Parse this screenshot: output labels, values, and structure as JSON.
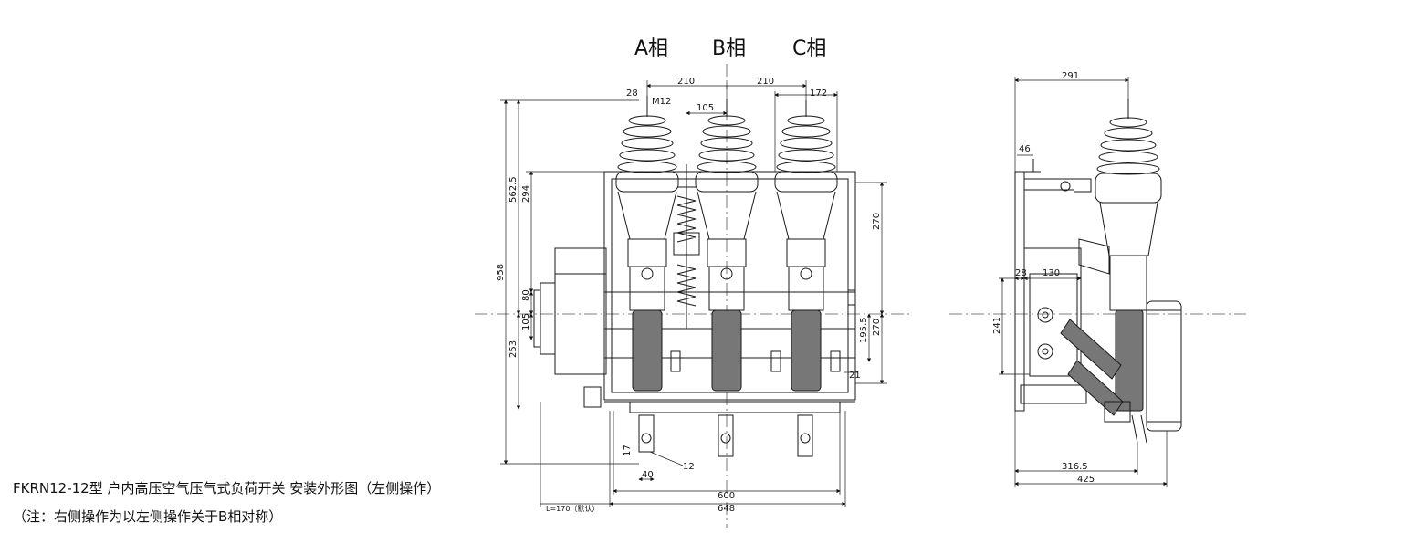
{
  "phases": [
    "A相",
    "B相",
    "C相"
  ],
  "front_dims": {
    "d210_left": "210",
    "d210_right": "210",
    "d172": "172",
    "d28": "28",
    "m12": "M12",
    "d105_top": "105",
    "d562_5": "562.5",
    "d294": "294",
    "d958": "958",
    "d80": "80",
    "d105_left": "105",
    "d253": "253",
    "d270_upper": "270",
    "d195_5": "195.5",
    "d270_lower": "270",
    "d21": "21",
    "d17": "17",
    "d12": "12",
    "d40": "40",
    "d600": "600",
    "d648": "648",
    "l170": "L=170（默认）"
  },
  "side_dims": {
    "d291": "291",
    "d46": "46",
    "d28": "28",
    "d130": "130",
    "d241": "241",
    "d316_5": "316.5",
    "d425": "425"
  },
  "caption": {
    "line1": "FKRN12-12型 户内高压空气压气式负荷开关  安装外形图（左侧操作）",
    "line2": "（注：右侧操作为以左侧操作关于B相对称）"
  },
  "colors": {
    "line": "#1a1a1a",
    "centerline": "#555555",
    "background": "#ffffff"
  }
}
